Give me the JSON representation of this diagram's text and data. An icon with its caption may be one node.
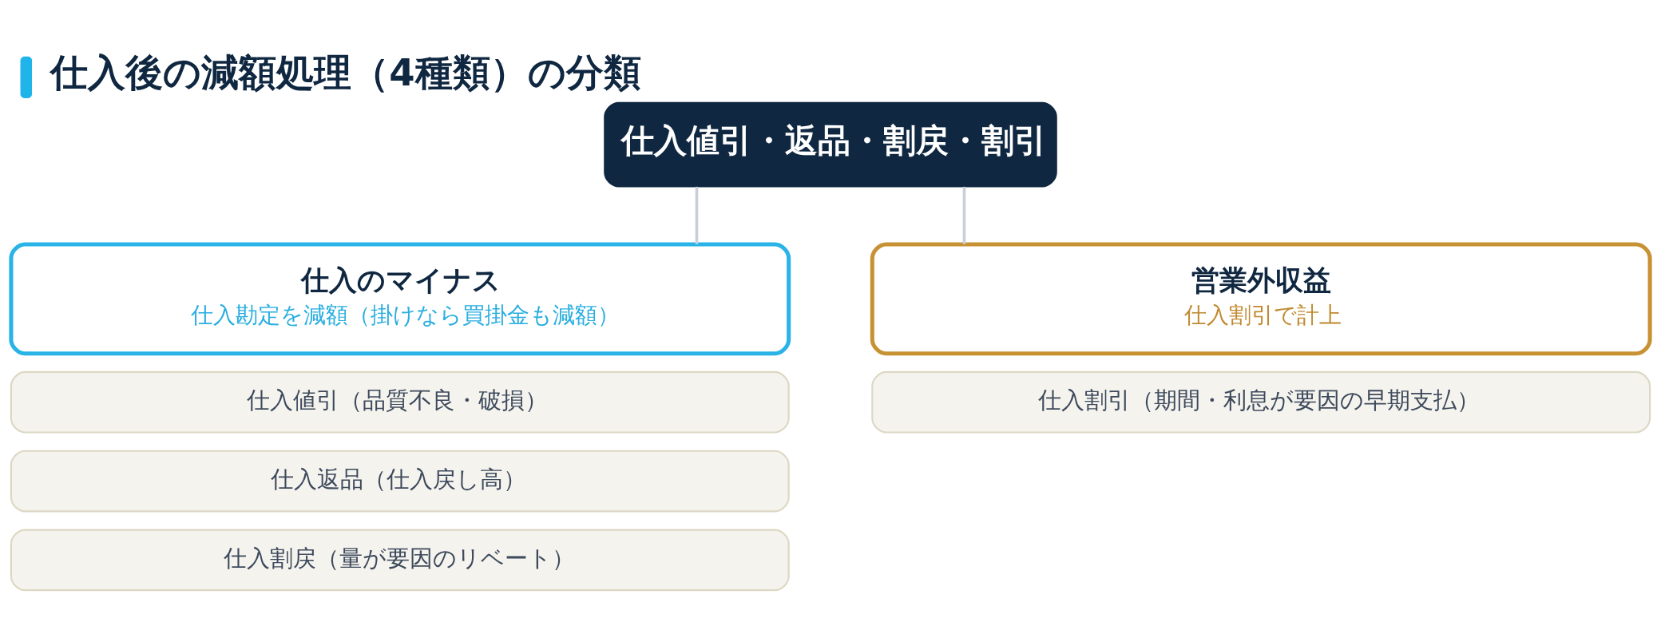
{
  "diagram": {
    "title": "仕入後の減額処理（4種類）の分類",
    "nodes": [
      {
        "text": [
          "仕入値引・返品・割戻・割引"
        ]
      },
      {
        "text": [
          "仕入のマイナス",
          "仕入勘定を減額（掛けなら買掛金も減額）"
        ]
      },
      {
        "text": [
          "営業外収益",
          "仕入割引で計上"
        ]
      },
      {
        "text": [
          "仕入値引（品質不良・破損）"
        ]
      },
      {
        "text": [
          "仕入返品（仕入戻し高）"
        ]
      },
      {
        "text": [
          "仕入割戻（量が要因のリベート）"
        ]
      },
      {
        "text": [
          "仕入割引（期間・利息が要因の早期支払）"
        ]
      }
    ],
    "edges": [
      {
        "from": 0,
        "to": 1,
        "arrow": "none"
      },
      {
        "from": 0,
        "to": 2,
        "arrow": "none"
      }
    ]
  }
}
